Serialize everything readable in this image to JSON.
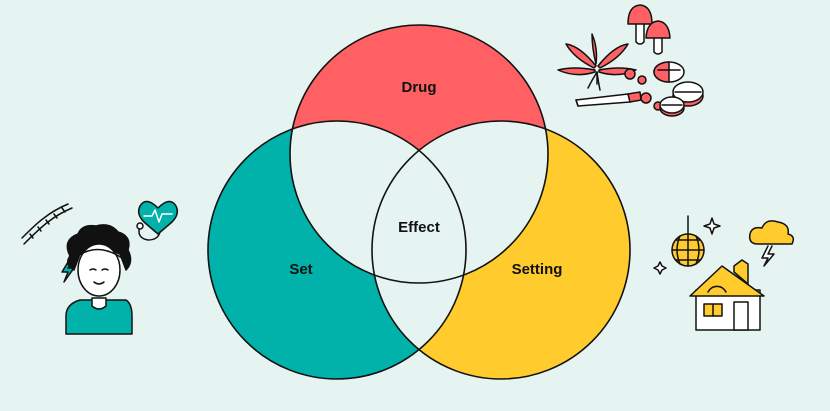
{
  "venn": {
    "labels": {
      "drug": "Drug",
      "set": "Set",
      "setting": "Setting",
      "effect": "Effect"
    },
    "colors": {
      "background": "#e6f4f1",
      "drug": "#ff6064",
      "set": "#00b2a9",
      "setting": "#ffcb2d",
      "overlap": "#e6f4f1",
      "outline": "#111111"
    }
  },
  "illustrations": {
    "drug_cluster": [
      "mushroom-icon",
      "cannabis-leaf-icon",
      "joint-icon",
      "pill-icon",
      "capsule-icon"
    ],
    "set_cluster": [
      "dna-icon",
      "heart-stethoscope-icon",
      "lightning-icon",
      "person-icon"
    ],
    "setting_cluster": [
      "disco-ball-icon",
      "sparkle-icon",
      "storm-cloud-icon",
      "house-icon"
    ]
  }
}
